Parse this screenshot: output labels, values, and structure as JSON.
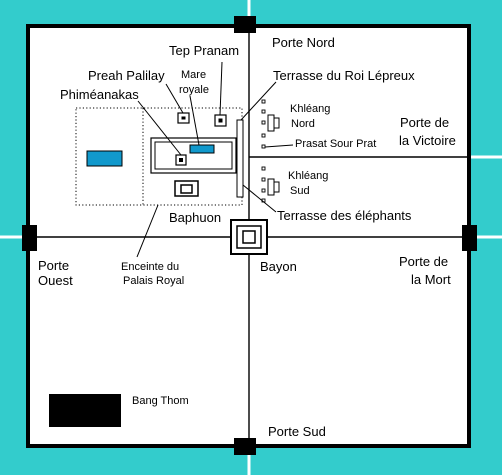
{
  "colors": {
    "water": "#33cccc",
    "ink": "#000000",
    "pool": "#1199cc",
    "land": "#ffffff"
  },
  "labels": {
    "porte_nord": "Porte Nord",
    "porte_sud": "Porte Sud",
    "porte_ouest_1": "Porte",
    "porte_ouest_2": "Ouest",
    "porte_mort_1": "Porte de",
    "porte_mort_2": "la Mort",
    "porte_victoire_1": "Porte de",
    "porte_victoire_2": "la Victoire",
    "tep_pranam": "Tep Pranam",
    "preah_palilay": "Preah Palilay",
    "mare_royale_1": "Mare",
    "mare_royale_2": "royale",
    "phimeanakas": "Phiméanakas",
    "terrasse_roi_lepreux": "Terrasse du Roi Lépreux",
    "khleang_nord_1": "Khléang",
    "khleang_nord_2": "Nord",
    "prasat_sour_prat": "Prasat Sour Prat",
    "khleang_sud_1": "Khléang",
    "khleang_sud_2": "Sud",
    "terrasse_elephants": "Terrasse des éléphants",
    "baphuon": "Baphuon",
    "bayon": "Bayon",
    "enceinte_1": "Enceinte du",
    "enceinte_2": "Palais Royal",
    "bang_thom": "Bang Thom"
  }
}
